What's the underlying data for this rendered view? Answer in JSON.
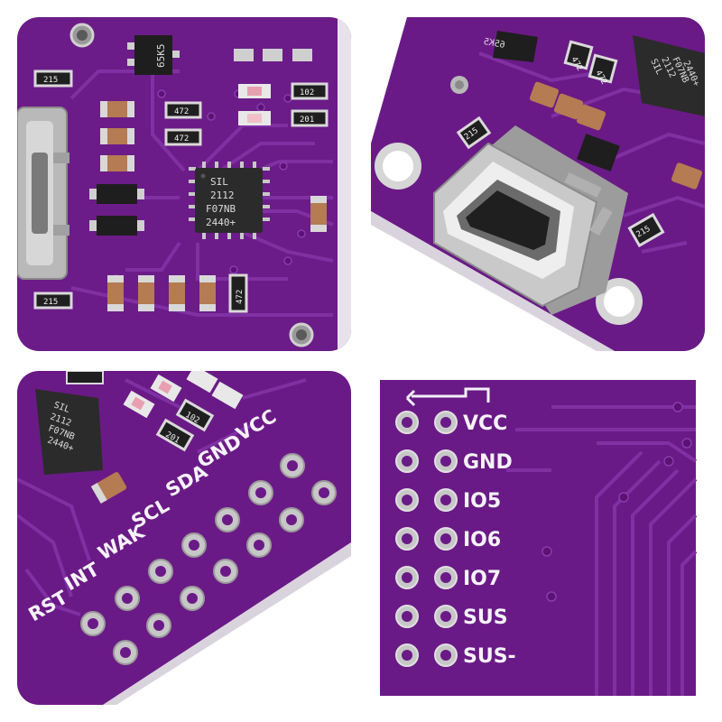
{
  "panel1": {
    "chip": {
      "line1": "SIL",
      "line2": "2112",
      "line3": "F07NB",
      "line4": "2440+"
    },
    "transistor": "65K5",
    "resistors": {
      "r_top_left": "215",
      "r_bottom_left": "215",
      "r1": "472",
      "r2": "472",
      "r3": "102",
      "r4": "201",
      "r5": "472"
    }
  },
  "panel2": {
    "chip": {
      "line1": "SIL",
      "line2": "2112",
      "line3": "F07NB",
      "line4": "2440+"
    },
    "transistor": "65K5",
    "resistors": {
      "r1": "215",
      "r2": "472",
      "r3": "472",
      "r4": "215"
    }
  },
  "panel3": {
    "chip": {
      "line1": "SIL",
      "line2": "2112",
      "line3": "F07NB",
      "line4": "2440+"
    },
    "resistors": {
      "r1": "102",
      "r2": "201"
    },
    "pins": [
      "VCC",
      "GND",
      "SDA",
      "SCL",
      "WAK",
      "INT",
      "RST"
    ]
  },
  "panel4": {
    "pins": [
      "VCC",
      "GND",
      "IO5",
      "IO6",
      "IO7",
      "SUS",
      "SUS-"
    ]
  },
  "colors": {
    "pcb": "#6a1a86",
    "pcb_dark": "#4f0f66",
    "trace": "#7d2aa0",
    "silkscreen": "#f4f0f8",
    "pad": "#c7c7c7",
    "connector": "#b8b8b8",
    "chip": "#2a2a2a"
  }
}
